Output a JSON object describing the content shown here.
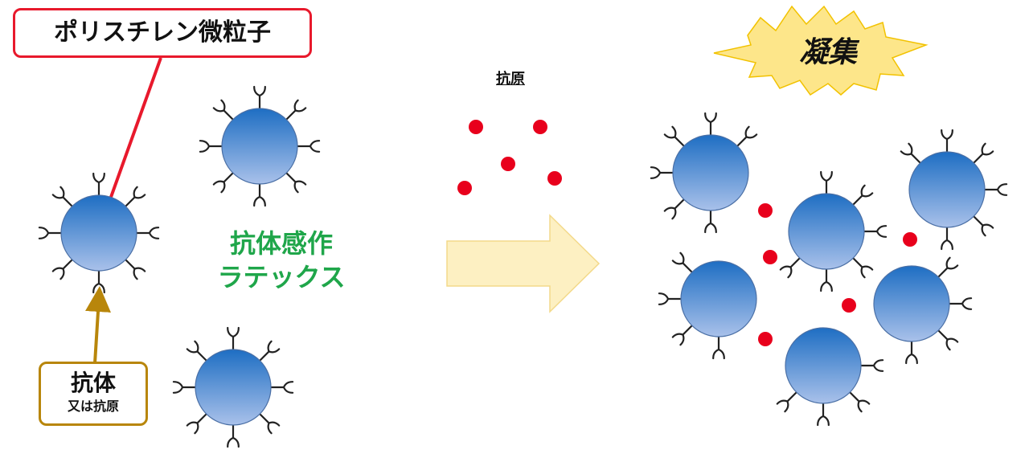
{
  "polystyrene_label": "ポリスチレン微粒子",
  "antibody_label": "抗体",
  "antibody_sublabel": "又は抗原",
  "latex_label_line1": "抗体感作",
  "latex_label_line2": "ラテックス",
  "antigen_label": "抗原",
  "aggregation_label": "凝集",
  "colors": {
    "polystyrene_border": "#e8192c",
    "antibody_border": "#b8860b",
    "latex_text": "#1fa64a",
    "antigen_dot": "#e8001c",
    "arrow_fill": "#fdf0c2",
    "arrow_stroke": "#f3d98a",
    "burst_fill": "#fde68a",
    "burst_stroke": "#f2c200",
    "particle_top": "#1e6ec3",
    "particle_bottom": "#a9c1ea"
  }
}
